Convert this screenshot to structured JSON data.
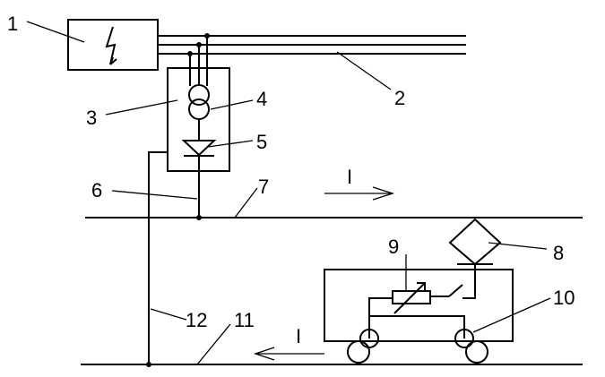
{
  "labels": {
    "l1": "1",
    "l2": "2",
    "l3": "3",
    "l4": "4",
    "l5": "5",
    "l6": "6",
    "l7": "7",
    "l8": "8",
    "l9": "9",
    "l10": "10",
    "l11": "11",
    "l12": "12",
    "current_top": "I",
    "current_bottom": "I"
  }
}
